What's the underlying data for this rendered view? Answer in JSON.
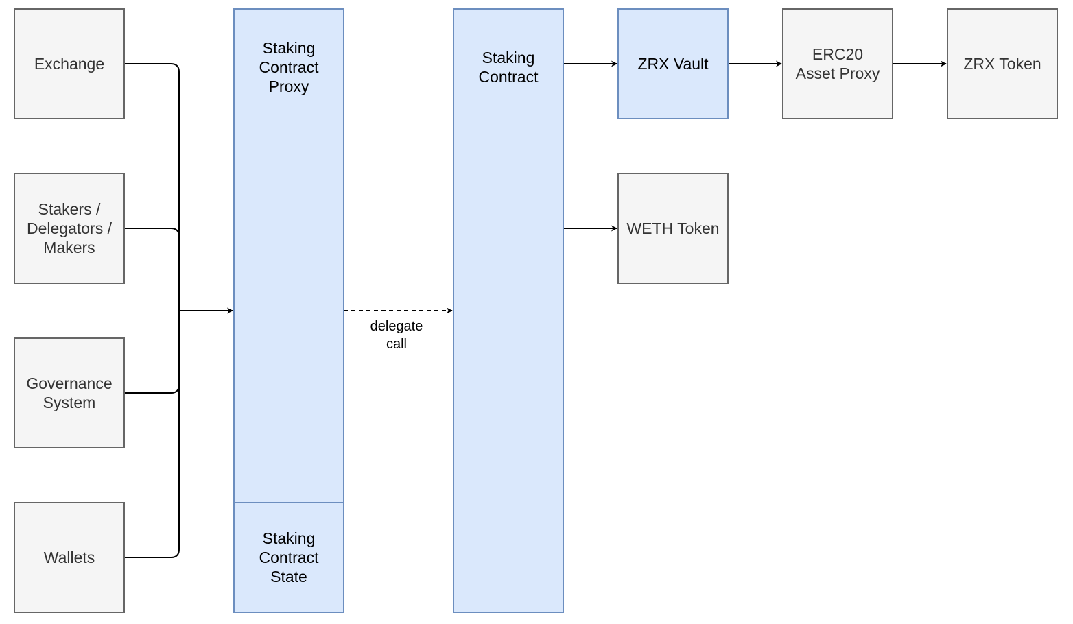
{
  "nodes": {
    "exchange": "Exchange",
    "stakers": "Stakers /\nDelegators /\nMakers",
    "governance": "Governance\nSystem",
    "wallets": "Wallets",
    "proxy": "Staking\nContract\nProxy",
    "state": "Staking\nContract\nState",
    "staking_contract": "Staking\nContract",
    "zrx_vault": "ZRX Vault",
    "weth_token": "WETH Token",
    "erc20_proxy": "ERC20\nAsset Proxy",
    "zrx_token": "ZRX Token"
  },
  "edges": {
    "delegate_call_label": "delegate\ncall"
  },
  "colors": {
    "gray_fill": "#f5f5f5",
    "gray_stroke": "#666666",
    "blue_fill": "#dae8fc",
    "blue_stroke": "#6c8ebf"
  }
}
